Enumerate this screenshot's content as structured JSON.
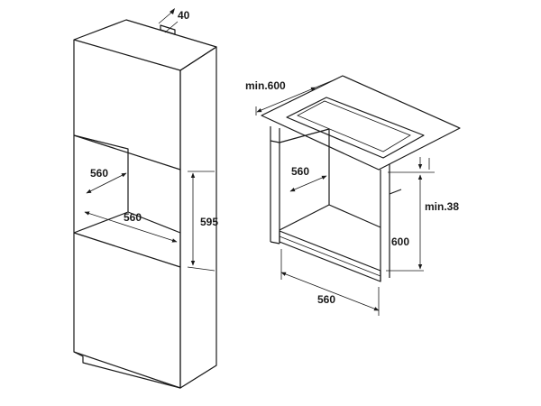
{
  "labels": {
    "left_top_gap": "40",
    "left_niche_depth": "560",
    "left_niche_width": "560",
    "left_niche_height": "595",
    "right_top_width": "min.600",
    "right_depth": "560",
    "right_top_clearance": "min.38",
    "right_height": "600",
    "right_width": "560"
  }
}
